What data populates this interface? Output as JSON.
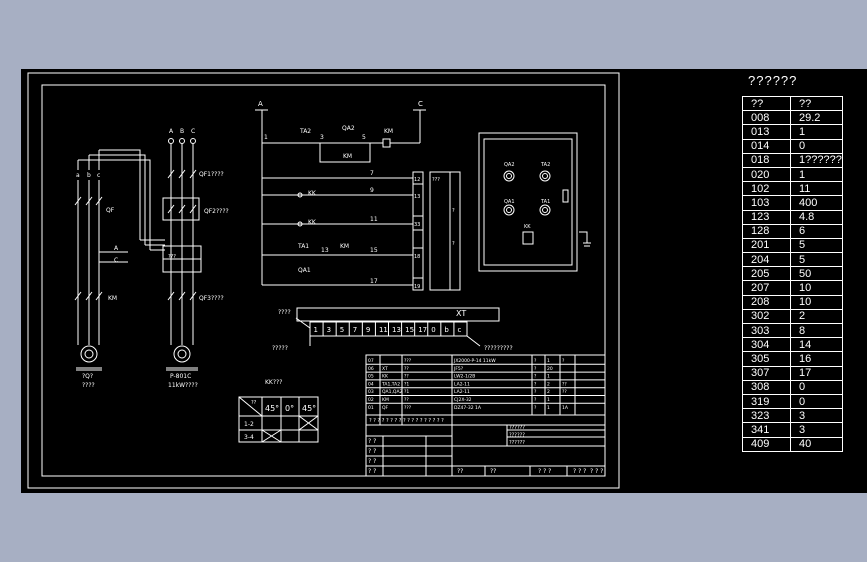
{
  "table": {
    "title": "??????",
    "headers": [
      "??",
      "??"
    ],
    "rows": [
      [
        "008",
        "29.2"
      ],
      [
        "013",
        "1"
      ],
      [
        "014",
        "0"
      ],
      [
        "018",
        "1??????"
      ],
      [
        "020",
        "1"
      ],
      [
        "102",
        "11"
      ],
      [
        "103",
        "400"
      ],
      [
        "123",
        "4.8"
      ],
      [
        "128",
        "6"
      ],
      [
        "201",
        "5"
      ],
      [
        "204",
        "5"
      ],
      [
        "205",
        "50"
      ],
      [
        "207",
        "10"
      ],
      [
        "208",
        "10"
      ],
      [
        "302",
        "2"
      ],
      [
        "303",
        "8"
      ],
      [
        "304",
        "14"
      ],
      [
        "305",
        "16"
      ],
      [
        "307",
        "17"
      ],
      [
        "308",
        "0"
      ],
      [
        "319",
        "0"
      ],
      [
        "323",
        "3"
      ],
      [
        "341",
        "3"
      ],
      [
        "409",
        "40"
      ]
    ]
  },
  "diagram": {
    "phase_a": "A",
    "phase_c": "C",
    "node_1": "1",
    "node_3": "3",
    "node_5": "5",
    "node_7": "7",
    "node_9": "9",
    "node_11": "11",
    "node_13": "13",
    "node_15": "15",
    "node_17": "17",
    "ta2": "TA2",
    "qa2": "QA2",
    "km": "KM",
    "km2": "KM",
    "kk1": "KK",
    "kk2": "KK",
    "ta1": "TA1",
    "qa1": "QA1",
    "km3": "KM",
    "qa1b": "QA1",
    "lbl_q": "?",
    "lbl_qqq": "???",
    "qf1": "QF1????",
    "qf2": "QF2????",
    "qf3": "QF3????",
    "qf": "QF",
    "km_left": "KM",
    "km_right": "KM",
    "motor1": "?Q?",
    "motor1_sub": "????",
    "motor2": "P-801C",
    "motor2_sub": "11kW????",
    "phases": [
      "A",
      "B",
      "C"
    ],
    "phases2": [
      "a",
      "b",
      "c"
    ],
    "terminals_right": [
      "12",
      "13",
      "33",
      "18",
      "19"
    ],
    "xt": "XT",
    "xt_left": "????",
    "xt_left2": "?????",
    "xt_right": "?????????",
    "xt_cells": [
      "1",
      "3",
      "5",
      "7",
      "9",
      "11",
      "13",
      "15",
      "17",
      "0",
      "b",
      "c"
    ],
    "kk_table_title": "KK???",
    "kk_45a": "45°",
    "kk_0": "0°",
    "kk_45b": "45°",
    "kk_row1": "1-2",
    "kk_row2": "3-4",
    "kk_corner": "??",
    "panel": {
      "qa2": "QA2",
      "ta2": "TA2",
      "qa1": "QA1",
      "ta1": "TA1",
      "kk": "KK"
    },
    "bom": [
      [
        "07",
        "",
        "???",
        "JX2000-P-14   11kW",
        "?",
        "1",
        "?"
      ],
      [
        "06",
        "XT",
        "??",
        "JF5?",
        "?",
        "20",
        ""
      ],
      [
        "05",
        "KK",
        "??",
        "LW2-1/2B",
        "?",
        "1",
        ""
      ],
      [
        "04",
        "TA1,TA2",
        "?1",
        "LA2-11",
        "?",
        "2",
        "??"
      ],
      [
        "03",
        "QA1,QA2",
        "?1",
        "LA2-11",
        "?",
        "2",
        "??"
      ],
      [
        "02",
        "KM",
        "??",
        "CJ2X-32",
        "?",
        "1",
        ""
      ],
      [
        "01",
        "QF",
        "???",
        "DZ47-32 1A",
        "?",
        "1",
        "1A"
      ]
    ],
    "bom_header": "? ?|? ?|? ? ?|? ? ? ?|? ? ?|? ?|? ?",
    "title_rows": [
      "??????",
      "??????",
      "??????"
    ],
    "sign_rows": [
      "? ?",
      "? ?",
      "? ?",
      "? ?"
    ],
    "bottom_labels": [
      "??",
      "??",
      "? ? ?",
      "? ? ?",
      "? ? ?"
    ]
  }
}
